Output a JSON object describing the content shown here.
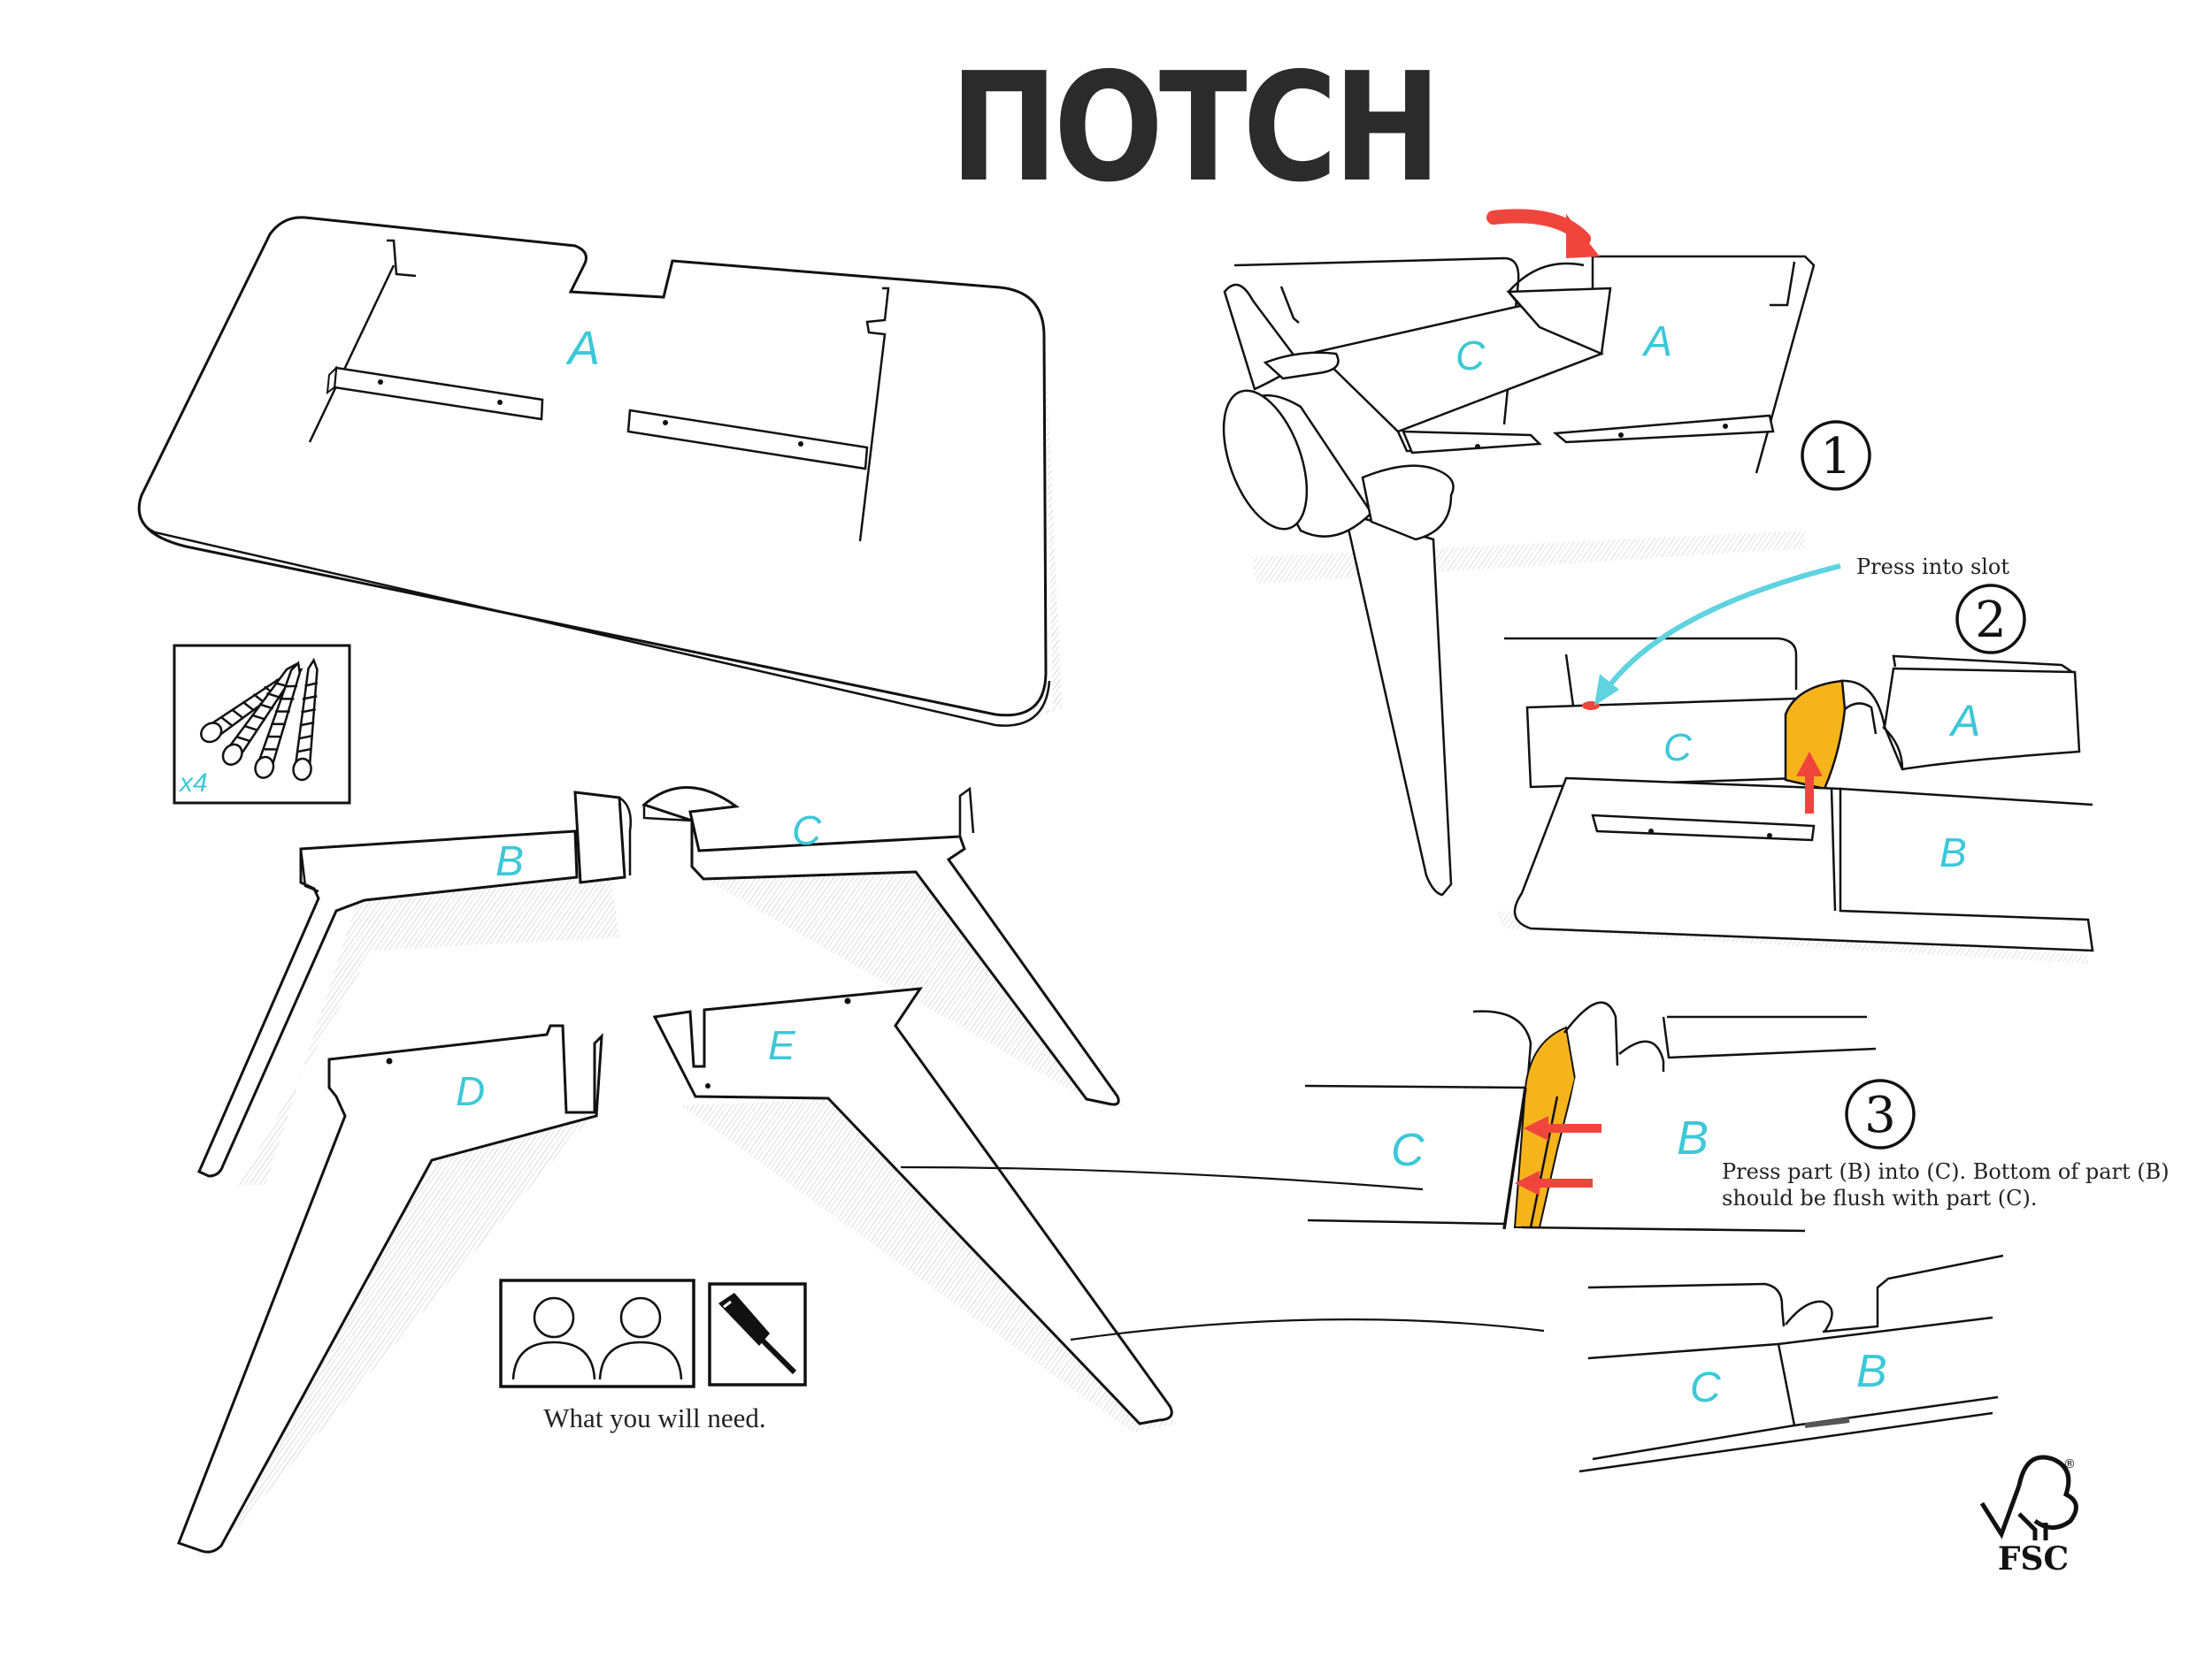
{
  "brand": {
    "title": "ПОТСН"
  },
  "parts": {
    "a_top": "A",
    "b_leg": "B",
    "c_leg": "C",
    "d_leg": "D",
    "e_leg": "E",
    "step1_c": "C",
    "step1_a": "A",
    "step2_c": "C",
    "step2_a": "A",
    "step2_b": "B",
    "step3_c": "C",
    "step3_b": "B",
    "final_c": "C",
    "final_b": "B"
  },
  "screws": {
    "qty": "x4"
  },
  "steps": {
    "one": "1",
    "two": "2",
    "three": "3",
    "press_into_slot": "Press into slot",
    "step3_instruction_line1": "Press part (B) into (C). Bottom of part (B)",
    "step3_instruction_line2": "should be flush with part (C)."
  },
  "tools": {
    "caption": "What you will need."
  },
  "certification": {
    "label": "FSC",
    "mark": "®"
  },
  "colors": {
    "label_cyan": "#3cc8d8",
    "highlight_orange": "#f5b41c",
    "arrow_red": "#f0453c",
    "ink": "#1a1a1a"
  },
  "icons": [
    "screws-icon",
    "two-people-icon",
    "screwdriver-icon",
    "fsc-tree-icon",
    "hammer-icon"
  ]
}
